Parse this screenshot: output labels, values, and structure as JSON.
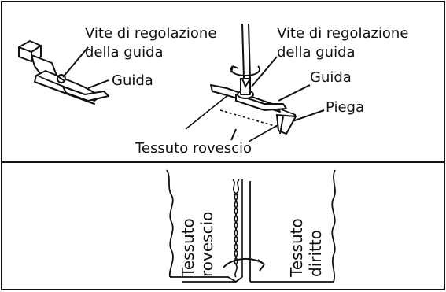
{
  "labels": {
    "presser_screw_line1": "Vite di regolazione",
    "presser_screw_line2": "della guida",
    "presser_guide": "Guida",
    "screwdriver_screw_line1": "Vite di regolazione",
    "screwdriver_screw_line2": "della guida",
    "screwdriver_guide": "Guida",
    "fold": "Piega",
    "fabric_reverse_top": "Tessuto rovescio",
    "fabric_reverse_vert_line1": "Tessuto",
    "fabric_reverse_vert_line2": "rovescio",
    "fabric_right_vert_line1": "Tessuto",
    "fabric_right_vert_line2": "diritto"
  },
  "icons": {
    "presser_foot": "presser-foot-with-guide",
    "screwdriver": "screwdriver-adjusting-guide",
    "rotation_arrow": "rotation-arrow",
    "unfold_arrow": "curved-unfold-arrow"
  }
}
